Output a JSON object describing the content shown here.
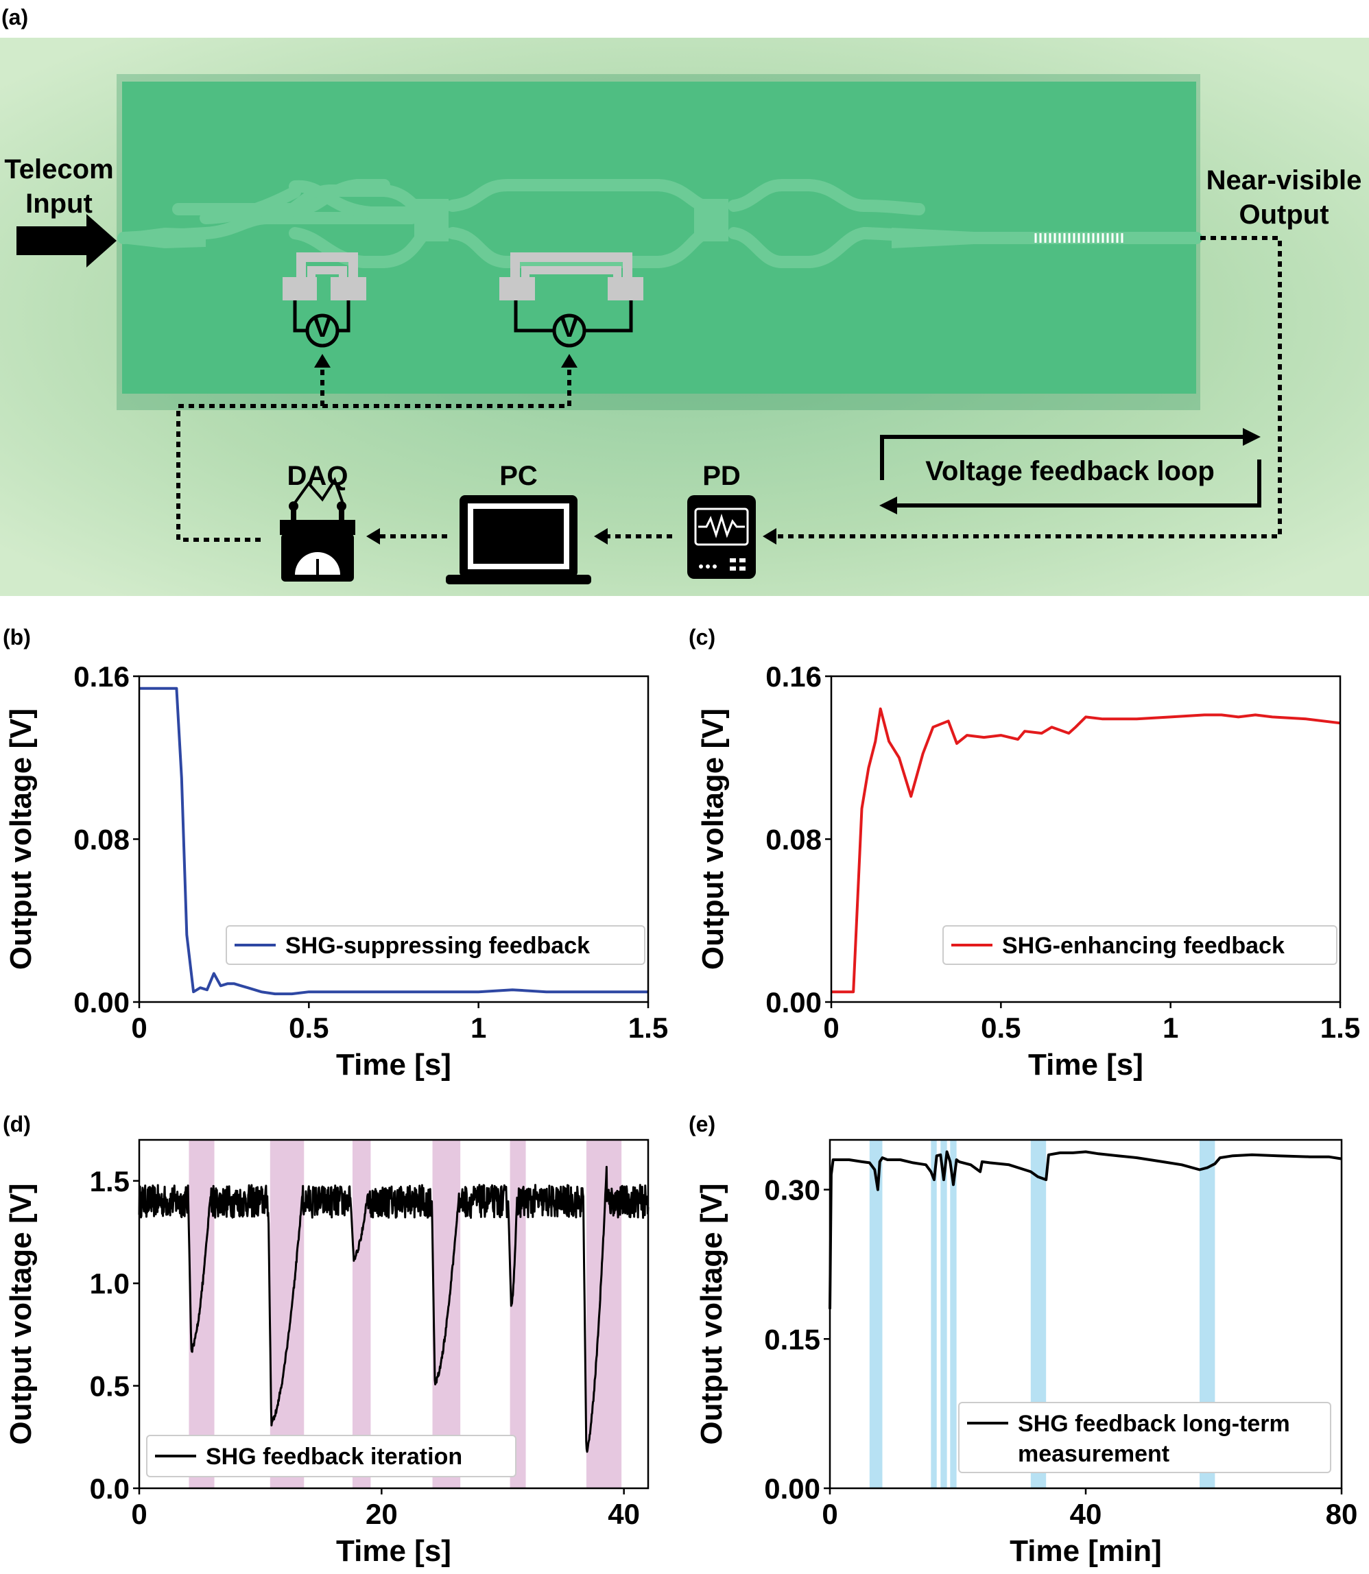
{
  "panel_labels": [
    "(a)",
    "(b)",
    "(c)",
    "(d)",
    "(e)"
  ],
  "schematic": {
    "input_label": [
      "Telecom",
      "Input"
    ],
    "output_label": [
      "Near-visible",
      "Output"
    ],
    "loop_label": "Voltage feedback loop",
    "voltmeter_symbol": "V",
    "instruments": [
      "DAQ",
      "PC",
      "PD"
    ],
    "colors": {
      "background": "#cde7c5",
      "chip": "#4fbe82",
      "waveguide": "#6ccb96",
      "electrodes": "#c8c8c8"
    }
  },
  "chart_data": [
    {
      "panel": "(b)",
      "type": "line",
      "xlabel": "Time [s]",
      "ylabel": "Output voltage [V]",
      "xlim": [
        0,
        1.5
      ],
      "ylim": [
        0,
        0.16
      ],
      "xticks": [
        0,
        0.5,
        1,
        1.5
      ],
      "xtick_labels": [
        "0",
        "0.5",
        "1",
        "1.5"
      ],
      "yticks": [
        0,
        0.08,
        0.16
      ],
      "ytick_labels": [
        "0.00",
        "0.08",
        "0.16"
      ],
      "legend_position": "right",
      "series": [
        {
          "name": "SHG-suppressing feedback",
          "color": "#2e47a3",
          "x": [
            0,
            0.04,
            0.08,
            0.11,
            0.125,
            0.14,
            0.16,
            0.18,
            0.2,
            0.22,
            0.24,
            0.26,
            0.28,
            0.3,
            0.32,
            0.36,
            0.4,
            0.45,
            0.5,
            0.6,
            0.7,
            0.8,
            0.9,
            1.0,
            1.1,
            1.2,
            1.3,
            1.4,
            1.5
          ],
          "y": [
            0.154,
            0.154,
            0.154,
            0.154,
            0.11,
            0.033,
            0.005,
            0.007,
            0.006,
            0.014,
            0.008,
            0.009,
            0.009,
            0.008,
            0.007,
            0.005,
            0.004,
            0.004,
            0.005,
            0.005,
            0.005,
            0.005,
            0.005,
            0.005,
            0.006,
            0.005,
            0.005,
            0.005,
            0.005
          ]
        }
      ]
    },
    {
      "panel": "(c)",
      "type": "line",
      "xlabel": "Time [s]",
      "ylabel": "Output voltage [V]",
      "xlim": [
        0,
        1.5
      ],
      "ylim": [
        0,
        0.16
      ],
      "xticks": [
        0,
        0.5,
        1,
        1.5
      ],
      "xtick_labels": [
        "0",
        "0.5",
        "1",
        "1.5"
      ],
      "yticks": [
        0,
        0.08,
        0.16
      ],
      "ytick_labels": [
        "0.00",
        "0.08",
        "0.16"
      ],
      "legend_position": "lower right",
      "series": [
        {
          "name": "SHG-enhancing feedback",
          "color": "#e31a1c",
          "x": [
            0,
            0.065,
            0.09,
            0.11,
            0.13,
            0.145,
            0.17,
            0.2,
            0.235,
            0.27,
            0.3,
            0.345,
            0.37,
            0.4,
            0.45,
            0.5,
            0.55,
            0.57,
            0.62,
            0.65,
            0.7,
            0.72,
            0.75,
            0.8,
            0.9,
            1.0,
            1.1,
            1.15,
            1.2,
            1.25,
            1.3,
            1.4,
            1.5
          ],
          "y": [
            0.005,
            0.005,
            0.095,
            0.115,
            0.128,
            0.144,
            0.128,
            0.12,
            0.101,
            0.122,
            0.135,
            0.138,
            0.127,
            0.131,
            0.13,
            0.131,
            0.129,
            0.133,
            0.132,
            0.135,
            0.132,
            0.135,
            0.14,
            0.139,
            0.139,
            0.14,
            0.141,
            0.141,
            0.14,
            0.141,
            0.14,
            0.139,
            0.137
          ]
        }
      ]
    },
    {
      "panel": "(d)",
      "type": "line",
      "xlabel": "Time [s]",
      "ylabel": "Output voltage [V]",
      "xlim": [
        0,
        42
      ],
      "ylim": [
        0,
        1.7
      ],
      "xticks": [
        0,
        20,
        40
      ],
      "xtick_labels": [
        "0",
        "20",
        "40"
      ],
      "yticks": [
        0,
        0.5,
        1.0,
        1.5
      ],
      "ytick_labels": [
        "0.0",
        "0.5",
        "1.0",
        "1.5"
      ],
      "legend_position": "lower left",
      "shaded_intervals": [
        [
          4.1,
          6.2
        ],
        [
          10.8,
          13.6
        ],
        [
          17.6,
          19.1
        ],
        [
          24.2,
          26.5
        ],
        [
          30.6,
          31.9
        ],
        [
          36.9,
          39.8
        ]
      ],
      "shade_color": "#e6c8e0",
      "baseline": 1.4,
      "noise_amplitude": 0.08,
      "dips": [
        {
          "t": 4.3,
          "min": 0.67,
          "recover_s": 1.6,
          "end": 1.45
        },
        {
          "t": 10.9,
          "min": 0.32,
          "recover_s": 2.6,
          "end": 1.45
        },
        {
          "t": 17.7,
          "min": 1.12,
          "recover_s": 1.2,
          "end": 1.45
        },
        {
          "t": 24.4,
          "min": 0.51,
          "recover_s": 2.0,
          "end": 1.45
        },
        {
          "t": 30.7,
          "min": 0.88,
          "recover_s": 0.5,
          "end": 1.45
        },
        {
          "t": 36.9,
          "min": 0.18,
          "recover_s": 1.7,
          "end": 1.6
        }
      ],
      "series": [
        {
          "name": "SHG feedback iteration",
          "color": "#000000"
        }
      ]
    },
    {
      "panel": "(e)",
      "type": "line",
      "xlabel": "Time [min]",
      "ylabel": "Output voltage [V]",
      "xlim": [
        0,
        80
      ],
      "ylim": [
        0,
        0.35
      ],
      "xticks": [
        0,
        40,
        80
      ],
      "xtick_labels": [
        "0",
        "40",
        "80"
      ],
      "yticks": [
        0,
        0.15,
        0.3
      ],
      "ytick_labels": [
        "0.00",
        "0.15",
        "0.30"
      ],
      "legend_position": "lower right",
      "shaded_intervals": [
        [
          6.2,
          8.2
        ],
        [
          15.8,
          16.7
        ],
        [
          17.3,
          18.3
        ],
        [
          18.8,
          19.8
        ],
        [
          31.4,
          33.8
        ],
        [
          57.8,
          60.2
        ]
      ],
      "shade_color": "#b7e1f3",
      "series": [
        {
          "name": "SHG feedback long-term measurement",
          "legend_lines": [
            "SHG feedback long-term",
            "measurement"
          ],
          "color": "#000000",
          "x": [
            0,
            0.2,
            0.5,
            1,
            3,
            5,
            6.2,
            7,
            7.5,
            7.8,
            8.2,
            9,
            11,
            13,
            15,
            15.8,
            16.3,
            16.7,
            17.3,
            17.8,
            18.3,
            18.8,
            19.3,
            19.8,
            20.2,
            22,
            23.5,
            23.8,
            25,
            28,
            31.4,
            32.5,
            33.8,
            34.2,
            36,
            38,
            40,
            42,
            45,
            48,
            50,
            52,
            55,
            57.8,
            59,
            60.2,
            61,
            63,
            66,
            70,
            75,
            78,
            80
          ],
          "y": [
            0.18,
            0.315,
            0.33,
            0.33,
            0.33,
            0.328,
            0.327,
            0.32,
            0.3,
            0.328,
            0.332,
            0.33,
            0.33,
            0.327,
            0.325,
            0.318,
            0.31,
            0.334,
            0.335,
            0.31,
            0.338,
            0.328,
            0.305,
            0.33,
            0.328,
            0.325,
            0.318,
            0.328,
            0.327,
            0.325,
            0.318,
            0.313,
            0.31,
            0.335,
            0.337,
            0.337,
            0.338,
            0.336,
            0.334,
            0.332,
            0.33,
            0.328,
            0.325,
            0.32,
            0.322,
            0.326,
            0.332,
            0.334,
            0.335,
            0.334,
            0.333,
            0.333,
            0.331
          ]
        }
      ]
    }
  ]
}
